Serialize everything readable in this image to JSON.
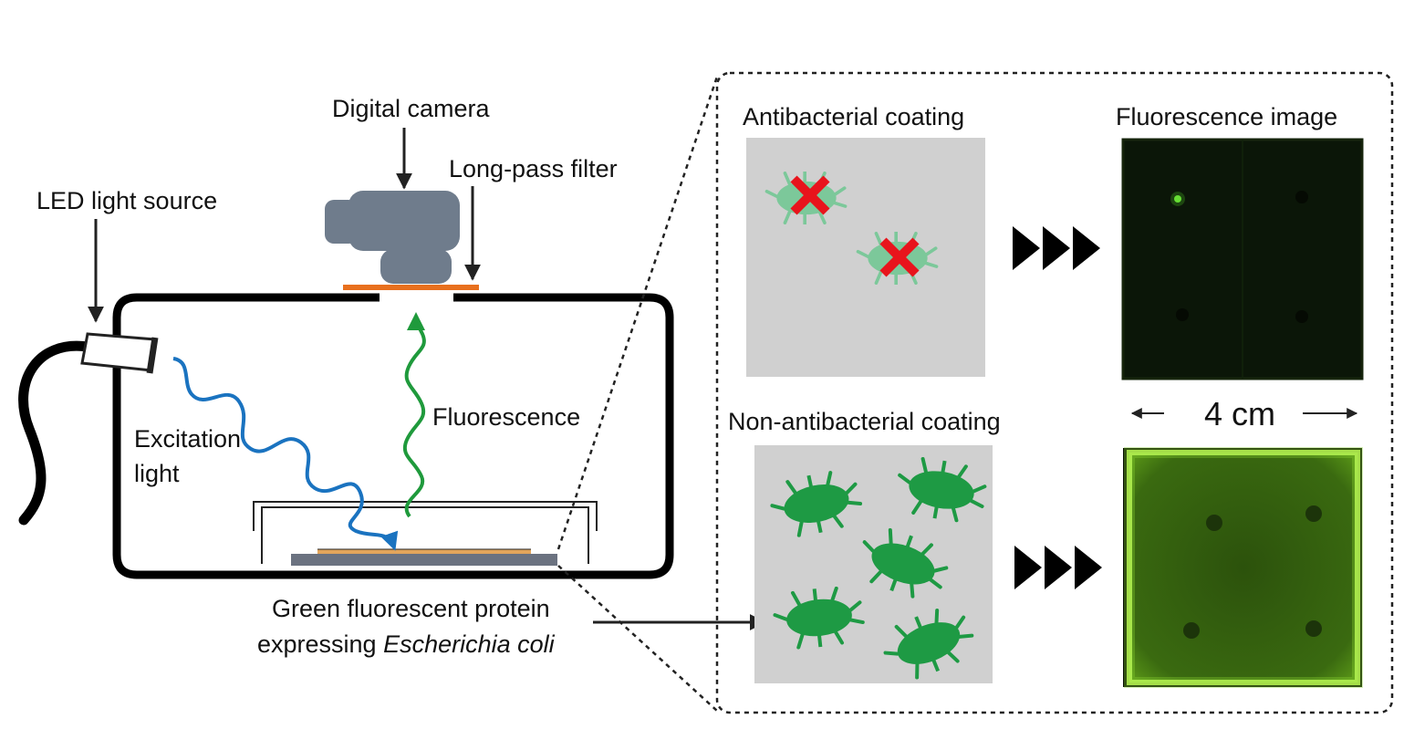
{
  "labels": {
    "camera": "Digital camera",
    "filter": "Long-pass filter",
    "led": "LED light source",
    "excitation_line1": "Excitation",
    "excitation_line2": "light",
    "fluorescence": "Fluorescence",
    "sample_line1": "Green fluorescent protein",
    "sample_line2_prefix": "expressing ",
    "sample_line2_species": "Escherichia coli",
    "antibacterial": "Antibacterial coating",
    "non_antibacterial": "Non-antibacterial coating",
    "fluorescence_image": "Fluorescence image",
    "scale": "4 cm"
  },
  "colors": {
    "box_outline": "#000000",
    "camera": "#6f7c8c",
    "filter": "#e8701e",
    "excitation_wave": "#1a73c0",
    "fluorescence_wave": "#1f9a3c",
    "bacteria": "#1e9a44",
    "bacteria_faded": "#7cc89a",
    "cross": "#e8141c",
    "coating_panel": "#d0d0d0",
    "sample_base": "#6b7280",
    "sample_layer": "#e2a55c",
    "fluor_dark": "#0b1608",
    "fluor_bright": "#2f5a0c",
    "fluor_edge": "#c8ff60"
  },
  "icons": [
    "camera-icon",
    "led-icon",
    "bacteria-icon",
    "cross-icon",
    "triple-arrow-icon"
  ]
}
